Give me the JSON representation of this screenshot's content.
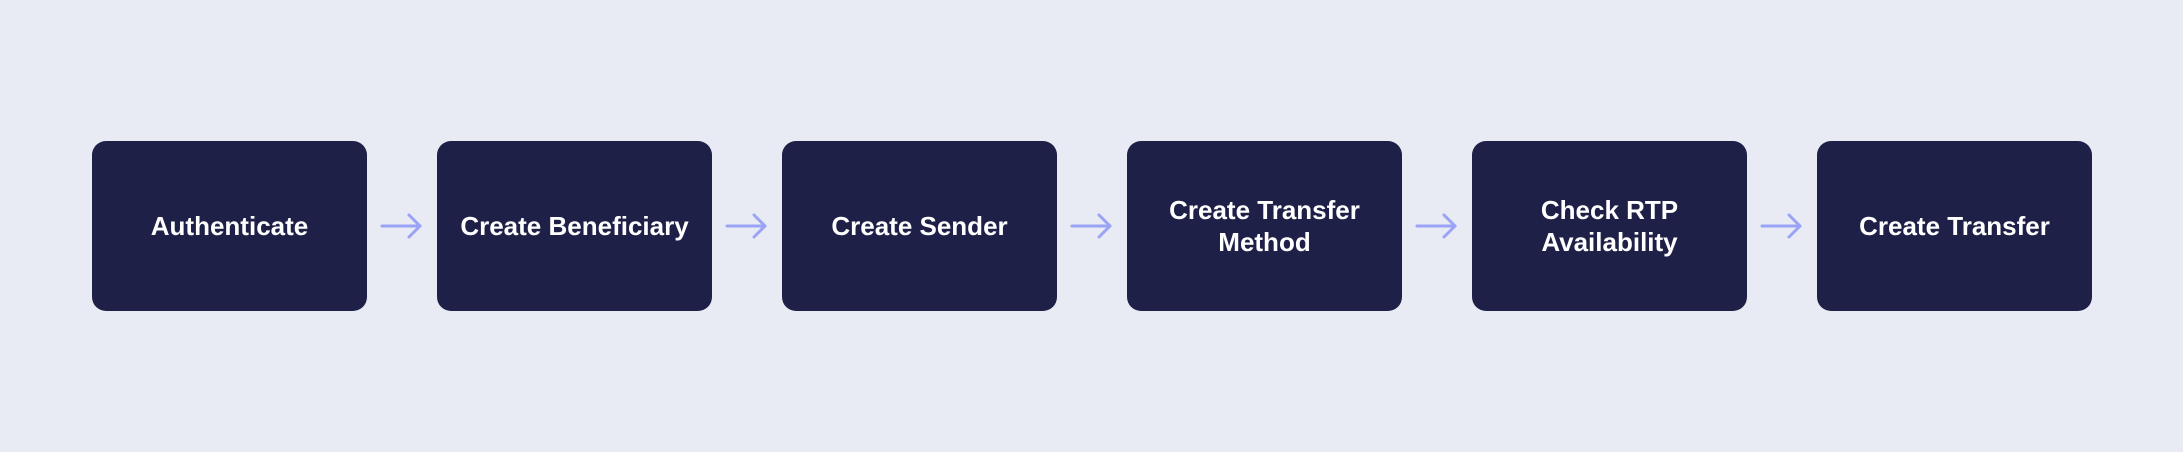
{
  "diagram": {
    "type": "process-flow",
    "direction": "left-to-right",
    "steps": [
      {
        "label": "Authenticate"
      },
      {
        "label": "Create Beneficiary"
      },
      {
        "label": "Create Sender"
      },
      {
        "label": "Create Transfer\nMethod"
      },
      {
        "label": "Check RTP\nAvailability"
      },
      {
        "label": "Create Transfer"
      }
    ],
    "connectors": [
      {
        "from": 0,
        "to": 1,
        "icon": "arrow-right-icon"
      },
      {
        "from": 1,
        "to": 2,
        "icon": "arrow-right-icon"
      },
      {
        "from": 2,
        "to": 3,
        "icon": "arrow-right-icon"
      },
      {
        "from": 3,
        "to": 4,
        "icon": "arrow-right-icon"
      },
      {
        "from": 4,
        "to": 5,
        "icon": "arrow-right-icon"
      }
    ]
  },
  "colors": {
    "background": "#e8ebf4",
    "box_fill": "#1f2048",
    "box_text": "#ffffff",
    "arrow": "#9aa3f5"
  }
}
